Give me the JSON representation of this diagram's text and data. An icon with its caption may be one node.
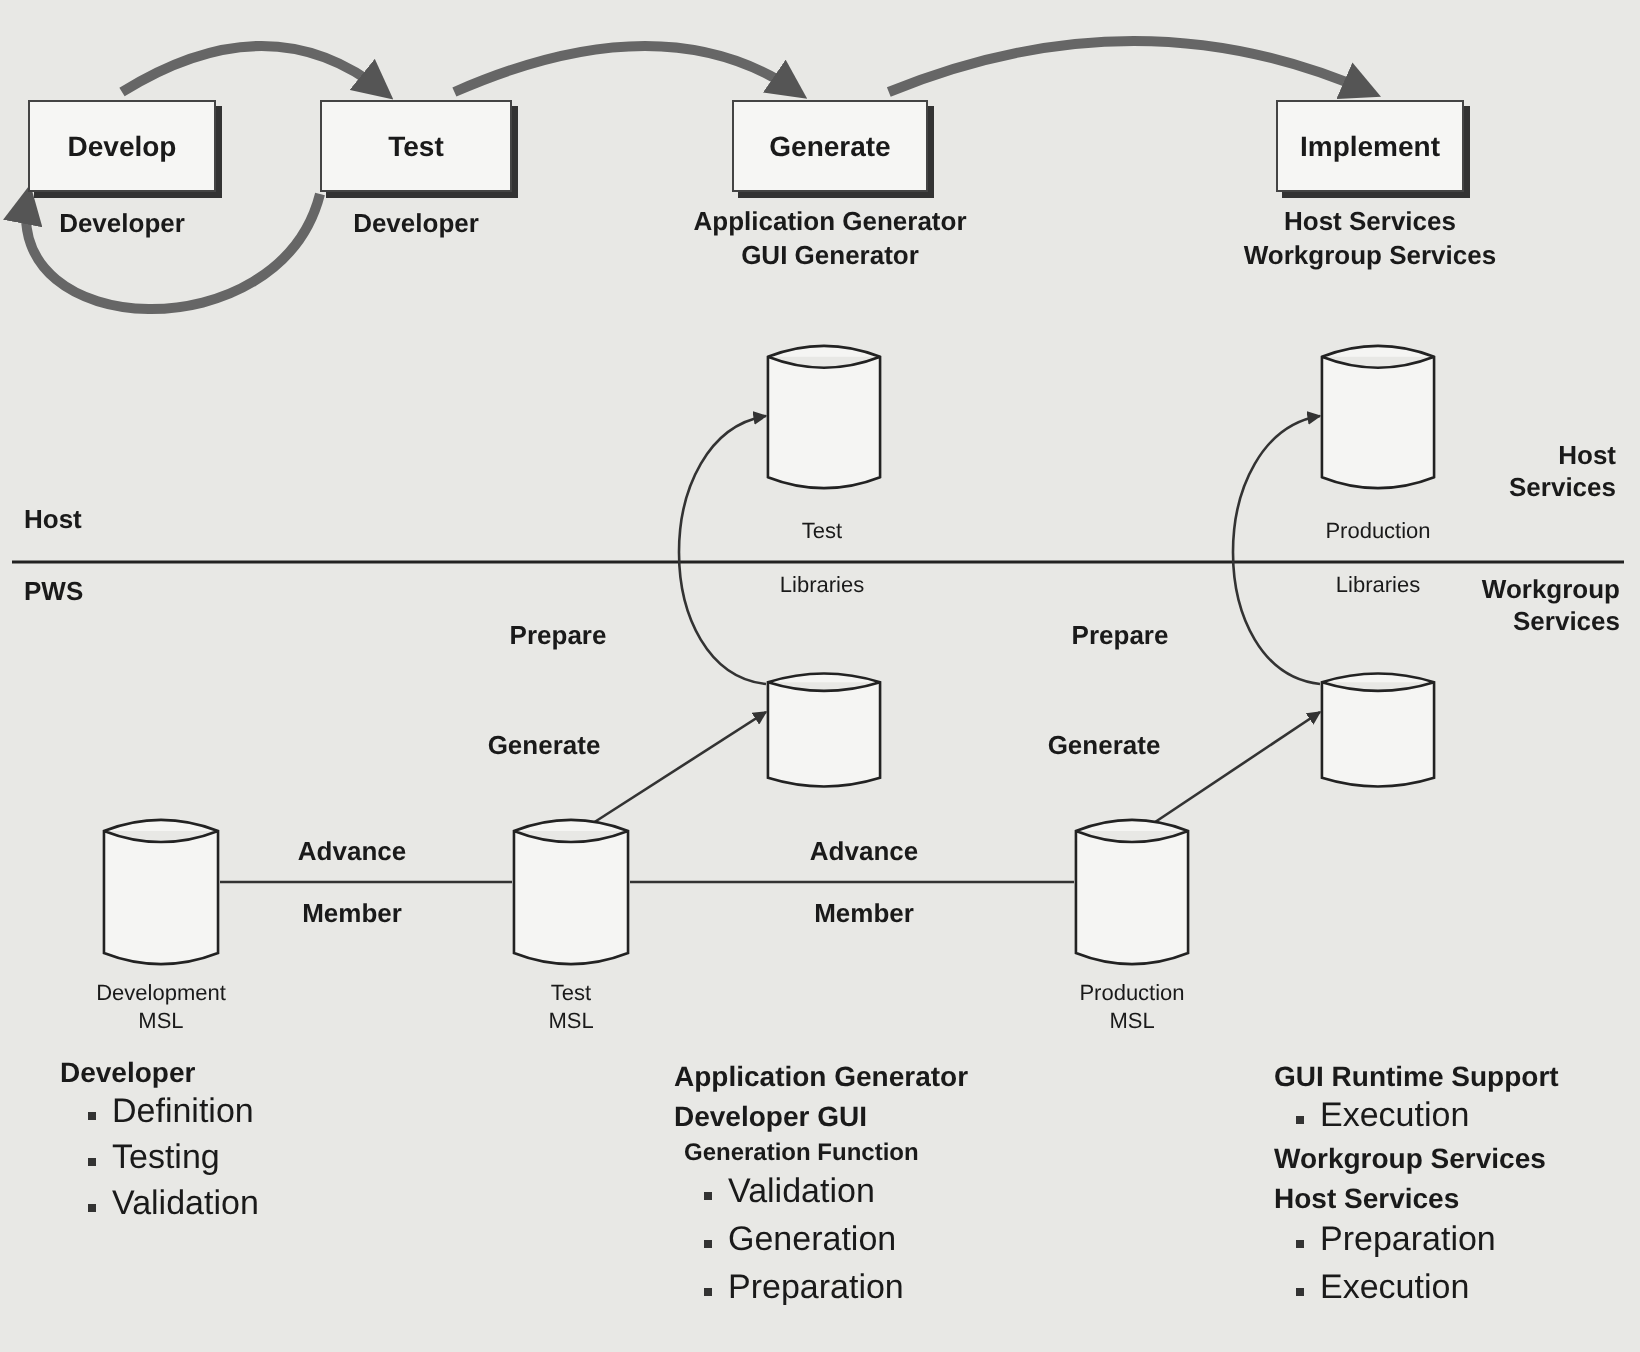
{
  "diagram": {
    "nodes": [
      {
        "text": [
          "Develop"
        ],
        "beside": [
          "Developer"
        ]
      },
      {
        "text": [
          "Test"
        ],
        "beside": [
          "Developer"
        ]
      },
      {
        "text": [
          "Generate"
        ],
        "beside": [
          "Application Generator",
          "GUI Generator"
        ]
      },
      {
        "text": [
          "Implement"
        ],
        "beside": [
          "Host Services",
          "Workgroup Services"
        ]
      },
      {
        "text": [],
        "shape": "cylinder"
      },
      {
        "text": [],
        "shape": "cylinder"
      },
      {
        "text": [],
        "shape": "cylinder"
      },
      {
        "text": [],
        "shape": "cylinder"
      },
      {
        "text": [],
        "shape": "cylinder",
        "beside": [
          "Development MSL"
        ]
      },
      {
        "text": [],
        "shape": "cylinder",
        "beside": [
          "Test MSL"
        ]
      },
      {
        "text": [],
        "shape": "cylinder",
        "beside": [
          "Production MSL"
        ]
      }
    ],
    "edges": [
      {
        "from": 0,
        "to": 1,
        "arrow": "to",
        "style": "thick"
      },
      {
        "from": 1,
        "to": 2,
        "arrow": "to",
        "style": "thick"
      },
      {
        "from": 2,
        "to": 3,
        "arrow": "to",
        "style": "thick"
      },
      {
        "from": 1,
        "to": 0,
        "arrow": "to",
        "style": "thick"
      },
      {
        "from": 5,
        "to": 4,
        "arrow": "to",
        "label": "Prepare"
      },
      {
        "from": 7,
        "to": 6,
        "arrow": "to",
        "label": "Prepare"
      },
      {
        "from": 9,
        "to": 5,
        "arrow": "to",
        "label": "Generate"
      },
      {
        "from": 10,
        "to": 7,
        "arrow": "to",
        "label": "Generate"
      },
      {
        "from": 8,
        "to": 9,
        "arrow": "none",
        "label": "Advance Member"
      },
      {
        "from": 9,
        "to": 10,
        "arrow": "none",
        "label": "Advance Member"
      }
    ],
    "labels": [
      "Host Services",
      "Host",
      "Test",
      "Production",
      "PWS",
      "Libraries",
      "Libraries",
      "Workgroup Services",
      "Developer",
      "Definition",
      "Testing",
      "Validation",
      "Application Generator",
      "Developer GUI",
      "Generation Function",
      "Validation",
      "Generation",
      "Preparation",
      "GUI Runtime Support",
      "Execution",
      "Workgroup Services",
      "Host Services",
      "Preparation",
      "Execution"
    ]
  }
}
